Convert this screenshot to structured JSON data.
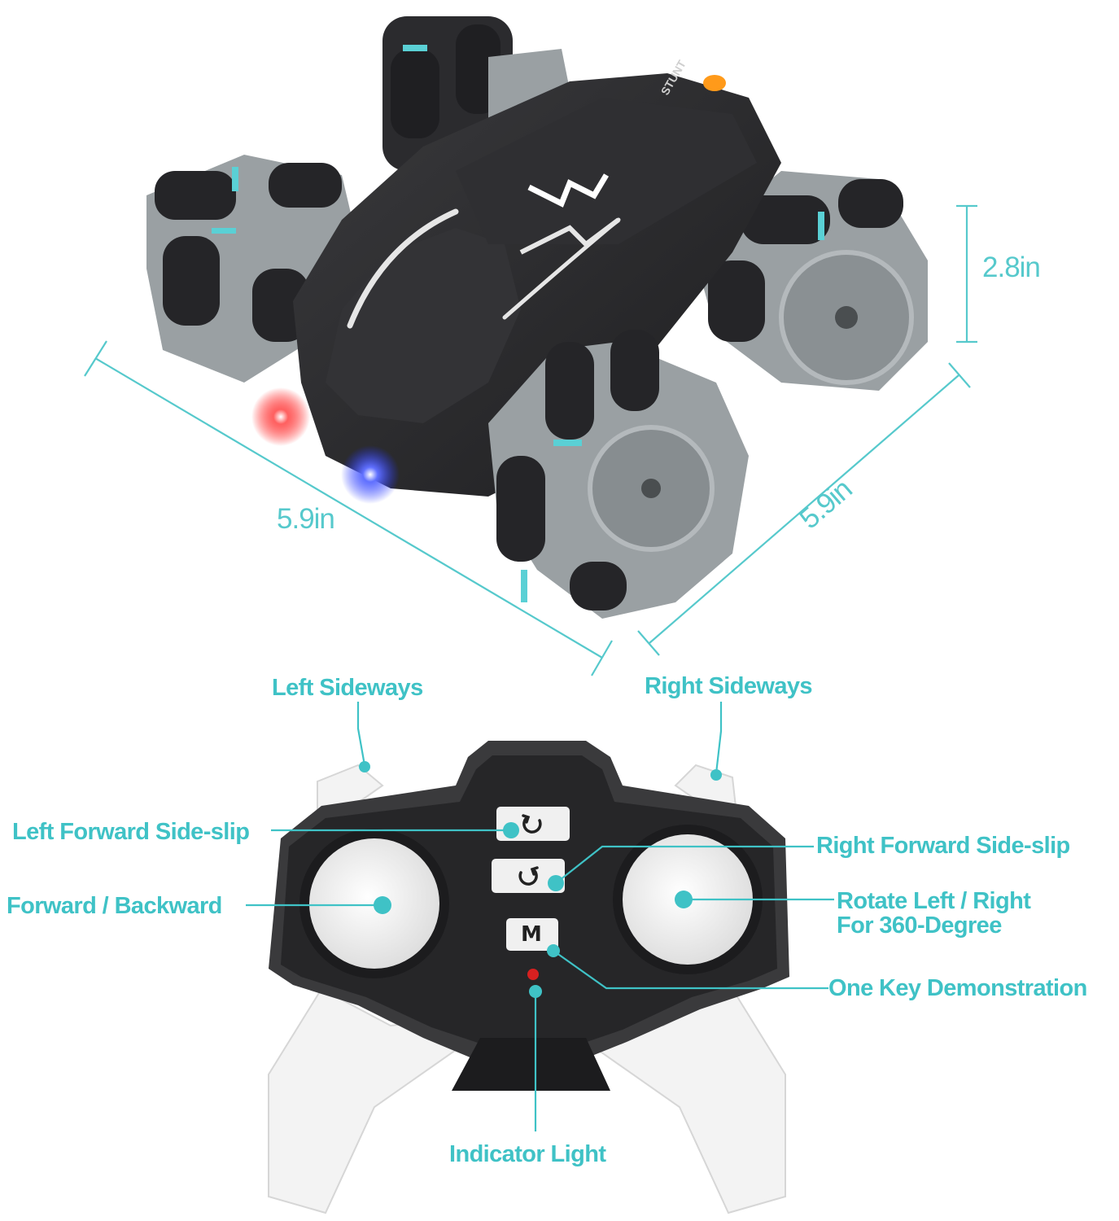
{
  "dimensions": {
    "depth": "5.9in",
    "width": "5.9in",
    "height": "2.8in"
  },
  "callouts": {
    "left_sideways": "Left Sideways",
    "right_sideways": "Right Sideways",
    "left_forward_side_slip": "Left Forward Side-slip",
    "right_forward_side_slip": "Right Forward Side-slip",
    "forward_backward": "Forward / Backward",
    "rotate_line1": "Rotate Left / Right",
    "rotate_line2": "For 360-Degree",
    "one_key_demo": "One Key Demonstration",
    "indicator_light": "Indicator Light"
  },
  "controller": {
    "mode_button": "M"
  },
  "car": {
    "decal": "STUNT"
  },
  "colors": {
    "accent": "#3fc2c6",
    "car_body": "#2a2a2c",
    "wheel_grey": "#9aa0a3",
    "led_red": "#ff3030",
    "led_blue": "#3050ff"
  },
  "icons": {
    "rotate_ccw": "rotate-ccw-icon",
    "rotate_cw": "rotate-cw-icon"
  }
}
